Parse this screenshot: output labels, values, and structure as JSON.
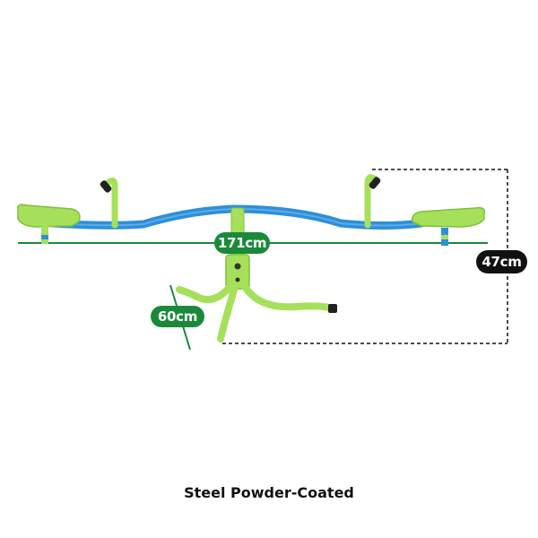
{
  "product": {
    "caption": "Steel Powder-Coated"
  },
  "dimensions": {
    "width_label": "171cm",
    "leg_label": "60cm",
    "height_label": "47cm"
  },
  "colors": {
    "beam": "#2e8fd8",
    "frame": "#a6e05a",
    "dimension_green": "#1a8a3a",
    "dimension_black": "#111111"
  }
}
